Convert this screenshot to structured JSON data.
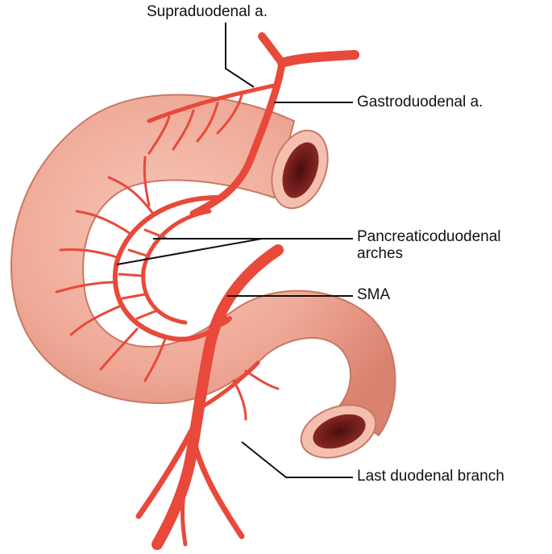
{
  "labels": {
    "supraduodenal": "Supraduodenal a.",
    "gastroduodenal": "Gastroduodenal a.",
    "pancreaticoduodenal_line1": "Pancreaticoduodenal",
    "pancreaticoduodenal_line2": "arches",
    "sma": "SMA",
    "last_duodenal_branch": "Last duodenal branch"
  },
  "colors": {
    "duodenum": "#efa896",
    "duodenum_shadow": "#d9826f",
    "lumen": "#7a1c1c",
    "artery": "#e8493a",
    "leader_line": "#111111"
  }
}
